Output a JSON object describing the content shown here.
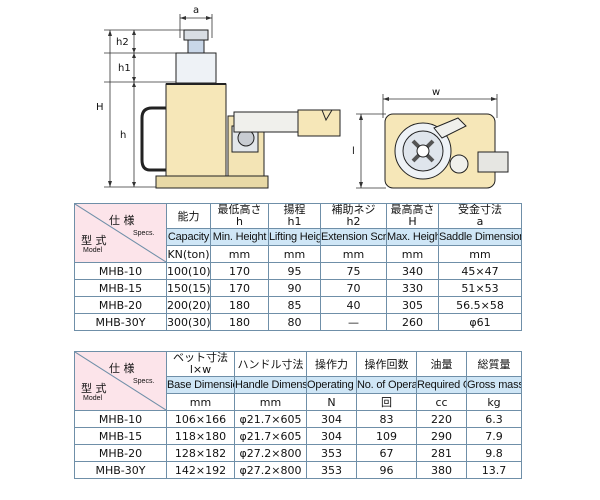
{
  "drawing": {
    "dim_labels": {
      "a": "a",
      "h2": "h2",
      "h1": "h1",
      "H": "H",
      "h": "h",
      "w": "w",
      "l": "l"
    }
  },
  "table1": {
    "corner": {
      "spec_jp": "仕 様",
      "spec_en": "Specs.",
      "model_jp": "型 式",
      "model_en": "Model"
    },
    "headers_jp": [
      "能力",
      "最低高さ",
      "揚程",
      "補助ネジ",
      "最高高さ",
      "受金寸法"
    ],
    "headers_sym": [
      "",
      "h",
      "h1",
      "h2",
      "H",
      "a"
    ],
    "headers_en": [
      "Capacity",
      "Min. Height",
      "Lifting Height",
      "Extension Screw",
      "Max. Height",
      "Saddle Dimensions"
    ],
    "units": [
      "KN(ton)",
      "mm",
      "mm",
      "mm",
      "mm",
      "mm"
    ],
    "rows": [
      {
        "model": "MHB-10",
        "cells": [
          "100(10)",
          "170",
          "95",
          "75",
          "340",
          "45×47"
        ]
      },
      {
        "model": "MHB-15",
        "cells": [
          "150(15)",
          "170",
          "90",
          "70",
          "330",
          "51×53"
        ]
      },
      {
        "model": "MHB-20",
        "cells": [
          "200(20)",
          "180",
          "85",
          "40",
          "305",
          "56.5×58"
        ]
      },
      {
        "model": "MHB-30Y",
        "cells": [
          "300(30)",
          "180",
          "80",
          "—",
          "260",
          "φ61"
        ]
      }
    ]
  },
  "table2": {
    "corner": {
      "spec_jp": "仕 様",
      "spec_en": "Specs.",
      "model_jp": "型 式",
      "model_en": "Model"
    },
    "headers_jp": [
      "ベット寸法",
      "ハンドル寸法",
      "操作力",
      "操作回数",
      "油量",
      "総質量"
    ],
    "headers_sym": [
      "l×w",
      "",
      "",
      "",
      "",
      ""
    ],
    "headers_en": [
      "Base Dimensions",
      "Handle Dimensions",
      "Operating Power",
      "No. of Operations",
      "Required Oil",
      "Gross mass"
    ],
    "units": [
      "mm",
      "mm",
      "N",
      "回",
      "cc",
      "kg"
    ],
    "rows": [
      {
        "model": "MHB-10",
        "cells": [
          "106×166",
          "φ21.7×605",
          "304",
          "83",
          "220",
          "6.3"
        ]
      },
      {
        "model": "MHB-15",
        "cells": [
          "118×180",
          "φ21.7×605",
          "304",
          "109",
          "290",
          "7.9"
        ]
      },
      {
        "model": "MHB-20",
        "cells": [
          "128×182",
          "φ27.2×800",
          "353",
          "67",
          "281",
          "9.8"
        ]
      },
      {
        "model": "MHB-30Y",
        "cells": [
          "142×192",
          "φ27.2×800",
          "353",
          "96",
          "380",
          "13.7"
        ]
      }
    ]
  }
}
